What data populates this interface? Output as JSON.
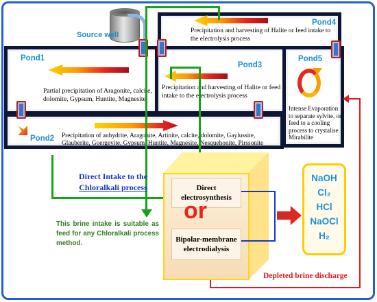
{
  "source_well": "Source well",
  "ponds": {
    "pond1": {
      "label": "Pond1",
      "text": "Partial precipitation of Aragonite, calcite, dolomite, Gypsum, Huntite, Magnesite"
    },
    "pond2": {
      "label": "Pond2",
      "text": "Precipitation of anhydrite, Aragonite, Artinite, calcite, dolomite, Gaylussite, Glauberite, Goergeyite, Gypsum, Huntite, Magnesite, Nesquehonite, Pirssonite"
    },
    "pond3": {
      "label": "Pond3",
      "text": "Precipitation and harvesting of Halite or feed intake to the electrolysis process"
    },
    "pond4": {
      "label": "Pond4",
      "text": "Precipitation and harvesting of Halite or feed intake to the electrolysis process"
    },
    "pond5": {
      "label": "Pond5",
      "text": "Intense Evaporation to separate sylvite, or feed to a cooling process to crystalise Mirabilite"
    }
  },
  "direct_intake": {
    "line1": "Direct Intake to the",
    "line2": "Chloralkali  process"
  },
  "brine_note": "This brine intake is suitable as feed for any Chloralkali process method.",
  "process_box": {
    "option1": "Direct electrosynthesis",
    "or_label": "or",
    "option2": "Bipolar-membrane electrodialysis"
  },
  "products": [
    "NaOH",
    "Cl₂",
    "HCl",
    "NaOCl",
    "H₂"
  ],
  "depleted_brine": "Depleted brine discharge",
  "colors": {
    "frame_blue": "#1f5fd1",
    "pond_border": "#0d1735",
    "pond_label": "#1b8fd0",
    "flow_green": "#16a316",
    "return_red": "#e01b1b",
    "cube_fill": "#fde9c8",
    "cube_border": "#ffd21f",
    "product_text": "#1a8fe0"
  }
}
